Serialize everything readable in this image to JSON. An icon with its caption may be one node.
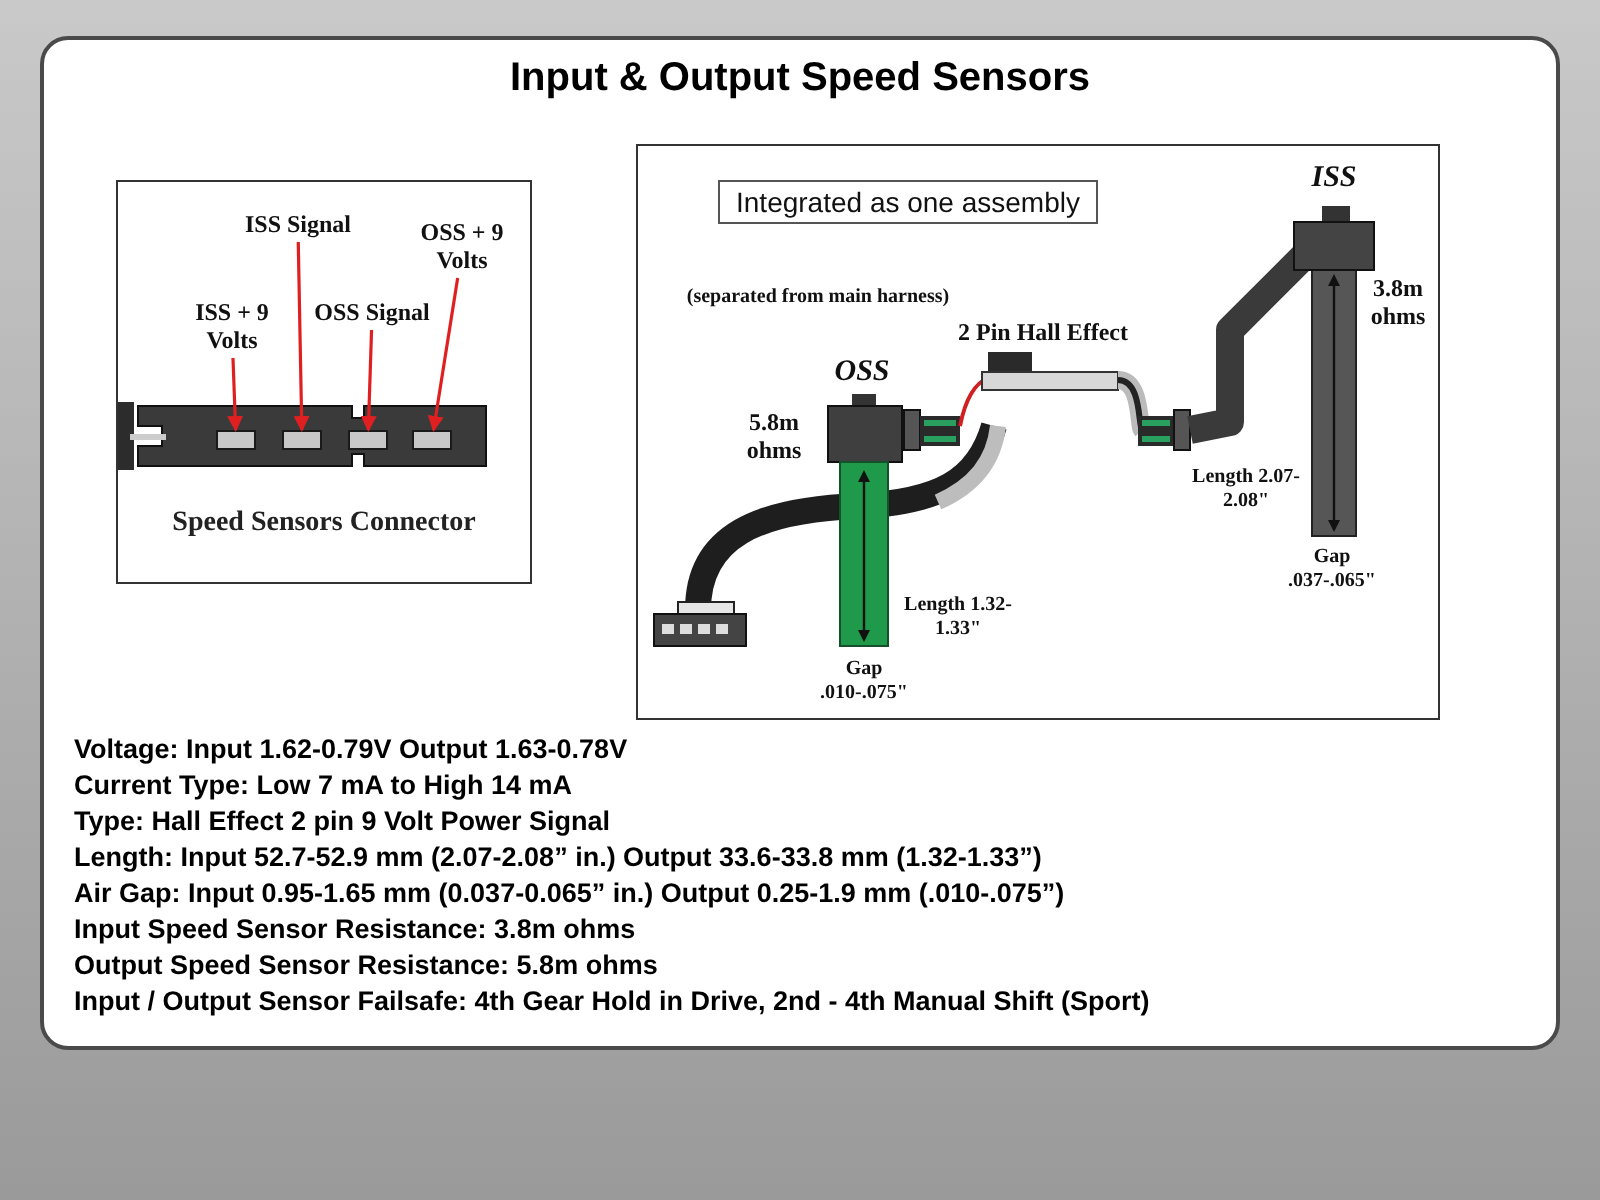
{
  "diagram": {
    "title": "Input & Output Speed Sensors",
    "nodes": [
      {
        "text": [
          "Speed Sensors Connector"
        ]
      },
      {
        "text": [
          "ISS + 9 Volts"
        ],
        "in": 0
      },
      {
        "text": [
          "ISS Signal"
        ],
        "in": 0
      },
      {
        "text": [
          "OSS Signal"
        ],
        "in": 0
      },
      {
        "text": [
          "OSS + 9 Volts"
        ],
        "in": 0
      },
      {
        "text": [],
        "shape": "box",
        "in": 0
      },
      {
        "text": [],
        "shape": "box",
        "in": 0
      },
      {
        "text": [],
        "shape": "box",
        "in": 0
      },
      {
        "text": [],
        "shape": "box",
        "in": 0
      },
      {
        "text": [
          "Integrated as one assembly"
        ]
      }
    ],
    "edges": [
      {
        "from": 1,
        "to": 5,
        "arrow": "to"
      },
      {
        "from": 2,
        "to": 6,
        "arrow": "to"
      },
      {
        "from": 3,
        "to": 7,
        "arrow": "to"
      },
      {
        "from": 4,
        "to": 8,
        "arrow": "to"
      }
    ],
    "labels": [
      "ISS",
      "(separated from main harness)",
      "2 Pin Hall Effect",
      "OSS",
      "5.8m ohms",
      "3.8m ohms",
      "Length 2.07-2.08\"",
      "Gap .037-.065\"",
      "Length 1.32-1.33\"",
      "Gap .010-.075\"",
      "Voltage: Input 1.62-0.79V Output 1.63-0.78V",
      "Current Type: Low 7 mA to High 14 mA",
      "Type: Hall Effect 2 pin 9 Volt Power Signal",
      "Length: Input 52.7-52.9 mm (2.07-2.08” in.) Output 33.6-33.8 mm (1.32-1.33”)",
      "Air Gap: Input 0.95-1.65 mm (0.037-0.065” in.) Output 0.25-1.9 mm (.010-.075”)",
      "Input Speed Sensor Resistance: 3.8m ohms",
      "Output Speed Sensor Resistance: 5.8m ohms",
      "Input / Output Sensor Failsafe: 4th Gear Hold in Drive, 2nd - 4th Manual Shift (Sport)"
    ]
  }
}
